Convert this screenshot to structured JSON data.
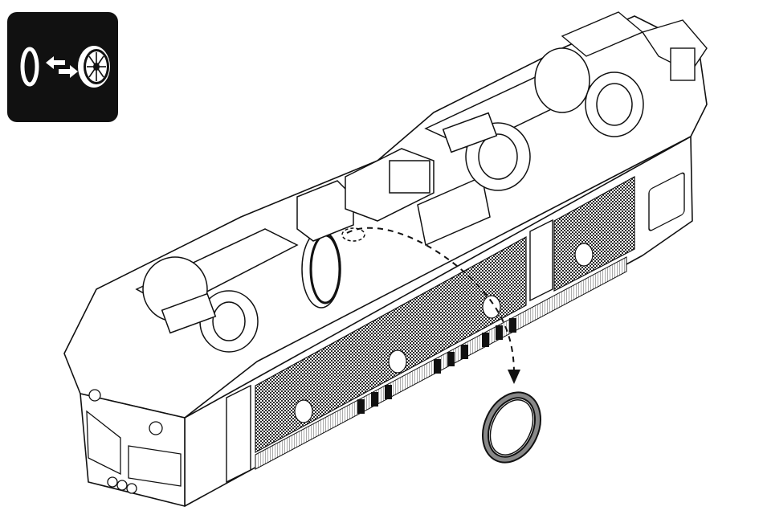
{
  "instruction_icon": {
    "name": "traction-tire-replacement-icon",
    "parts": [
      "traction-tire-ring-icon",
      "swap-arrows-icon",
      "wheel-icon"
    ]
  },
  "drawing": {
    "subject": "locomotive-chassis-bottom-view",
    "callout_path": "dashed-arrow",
    "detached_part": "traction-tire-ring"
  },
  "colors": {
    "ink": "#111111",
    "paper": "#ffffff",
    "grille": "#2b2b2b",
    "ring": "#444444"
  }
}
